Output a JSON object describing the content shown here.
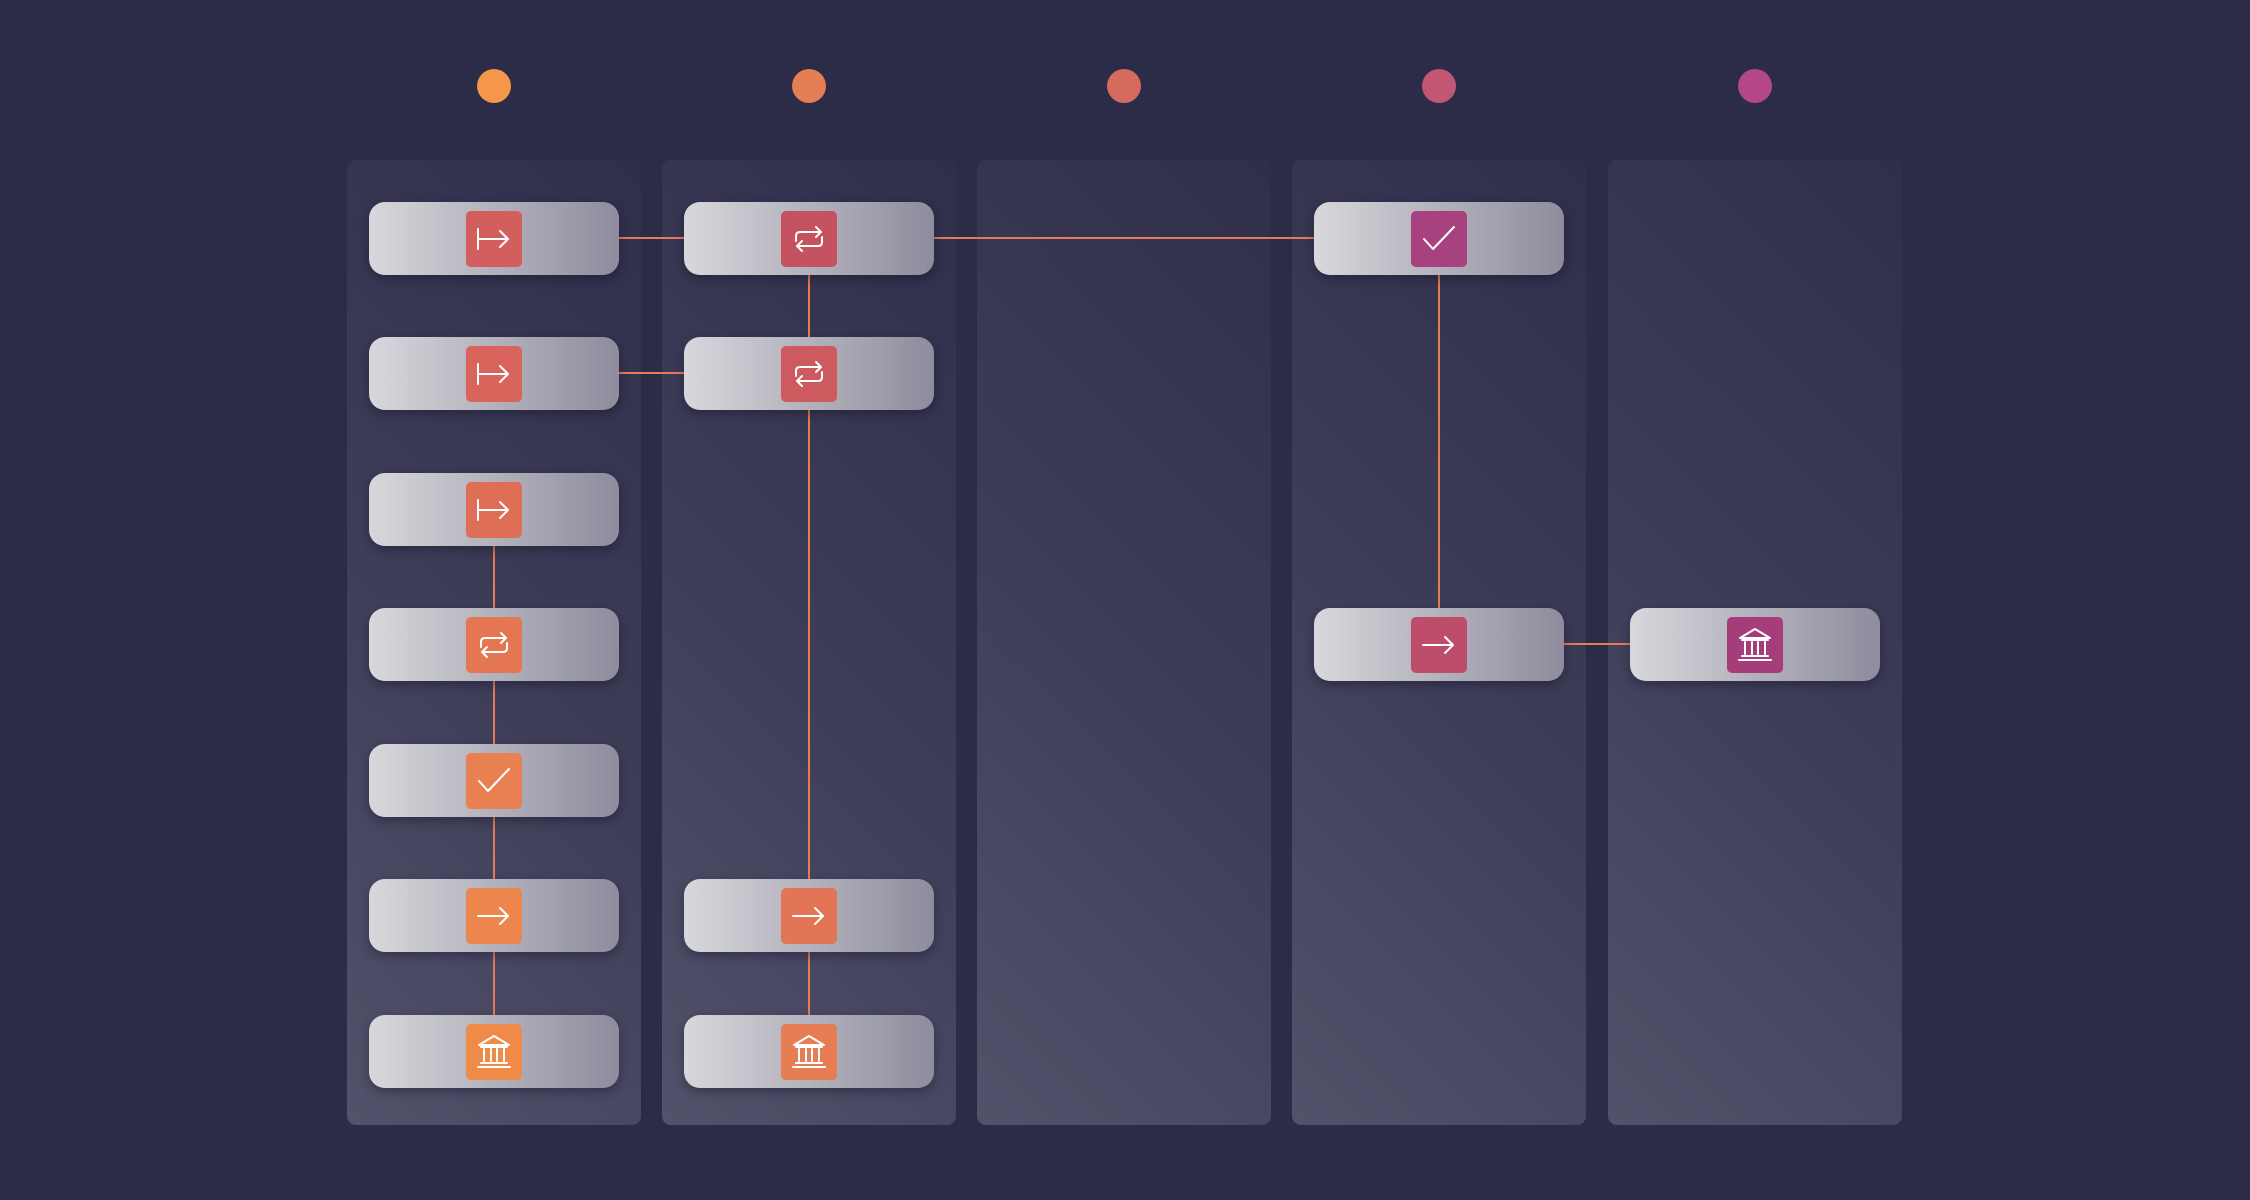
{
  "palette": {
    "background": "#2c2b48",
    "connector": "#e77a57",
    "card_gradient": [
      "#d7d7dc",
      "#8e8c9d"
    ],
    "icon_stroke": "#ffffff"
  },
  "columns": [
    {
      "id": "col-1",
      "dot_color": "#f6964a"
    },
    {
      "id": "col-2",
      "dot_color": "#e67e55"
    },
    {
      "id": "col-3",
      "dot_color": "#d56b5c"
    },
    {
      "id": "col-4",
      "dot_color": "#c25774"
    },
    {
      "id": "col-5",
      "dot_color": "#b44785"
    }
  ],
  "cards": [
    {
      "id": "c1r1",
      "column": 1,
      "row": 1,
      "icon": "arrow-to-bar-icon",
      "color": "#d35e5e"
    },
    {
      "id": "c1r2",
      "column": 1,
      "row": 2,
      "icon": "arrow-to-bar-icon",
      "color": "#d8645c"
    },
    {
      "id": "c1r3",
      "column": 1,
      "row": 3,
      "icon": "arrow-to-bar-icon",
      "color": "#de6f56"
    },
    {
      "id": "c1r4",
      "column": 1,
      "row": 4,
      "icon": "repeat-icon",
      "color": "#e47752"
    },
    {
      "id": "c1r5",
      "column": 1,
      "row": 5,
      "icon": "check-icon",
      "color": "#e98052"
    },
    {
      "id": "c1r6",
      "column": 1,
      "row": 6,
      "icon": "arrow-right-icon",
      "color": "#ec864c"
    },
    {
      "id": "c1r7",
      "column": 1,
      "row": 7,
      "icon": "bank-icon",
      "color": "#ef8a48"
    },
    {
      "id": "c2r1",
      "column": 2,
      "row": 1,
      "icon": "repeat-icon",
      "color": "#c4525f"
    },
    {
      "id": "c2r2",
      "column": 2,
      "row": 2,
      "icon": "repeat-icon",
      "color": "#cc5a5f"
    },
    {
      "id": "c2r6",
      "column": 2,
      "row": 6,
      "icon": "arrow-right-icon",
      "color": "#e27555"
    },
    {
      "id": "c2r7",
      "column": 2,
      "row": 7,
      "icon": "bank-icon",
      "color": "#e77d52"
    },
    {
      "id": "c4r1",
      "column": 4,
      "row": 1,
      "icon": "check-icon",
      "color": "#a8417f"
    },
    {
      "id": "c4r4",
      "column": 4,
      "row": 4,
      "icon": "arrow-right-icon",
      "color": "#bd4d6b"
    },
    {
      "id": "c5r4",
      "column": 5,
      "row": 4,
      "icon": "bank-icon",
      "color": "#a53d7b"
    }
  ],
  "connections": [
    [
      "c1r1",
      "c2r1"
    ],
    [
      "c2r1",
      "c4r1"
    ],
    [
      "c1r2",
      "c2r2"
    ],
    [
      "c2r1",
      "c2r2"
    ],
    [
      "c2r2",
      "c2r6"
    ],
    [
      "c2r6",
      "c2r7"
    ],
    [
      "c1r3",
      "c1r4"
    ],
    [
      "c1r4",
      "c1r5"
    ],
    [
      "c1r5",
      "c1r6"
    ],
    [
      "c1r6",
      "c1r7"
    ],
    [
      "c4r1",
      "c4r4"
    ],
    [
      "c4r4",
      "c5r4"
    ]
  ]
}
